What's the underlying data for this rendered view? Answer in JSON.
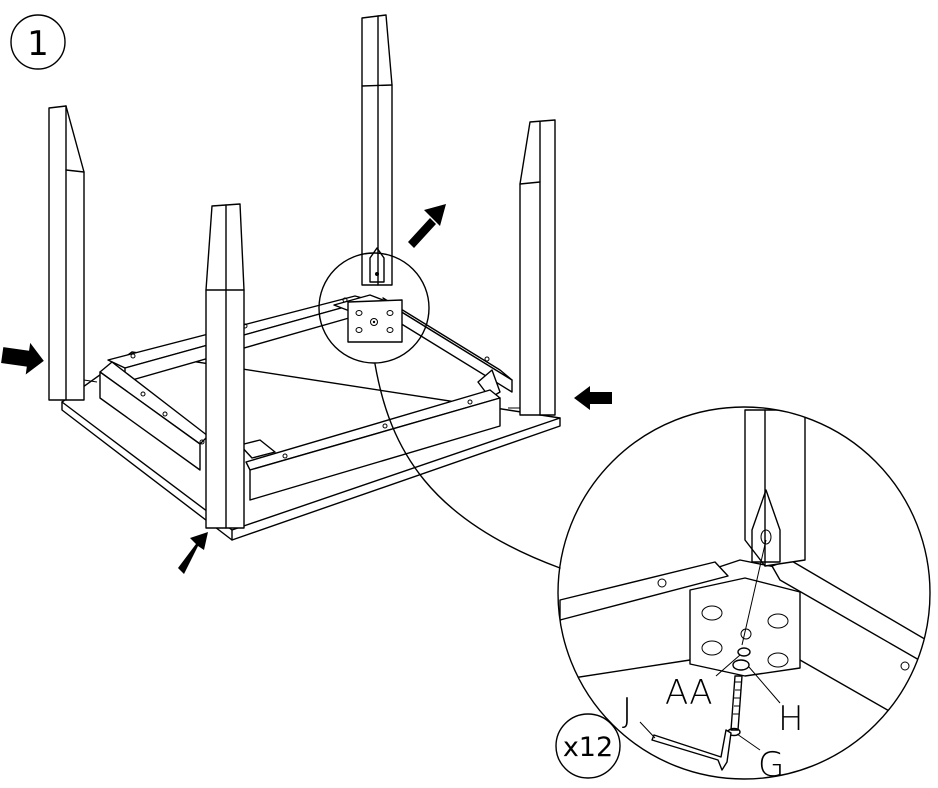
{
  "step": {
    "number": "1"
  },
  "hardware": {
    "quantity": "x12",
    "parts": [
      {
        "id": "AA",
        "name": "lock-washer"
      },
      {
        "id": "H",
        "name": "flat-washer"
      },
      {
        "id": "G",
        "name": "bolt"
      },
      {
        "id": "J",
        "name": "allen-key"
      }
    ]
  },
  "icons": [
    "arrow-icon",
    "magnifier-callout",
    "corner-bracket-icon"
  ],
  "colors": {
    "line": "#000000",
    "background": "#ffffff"
  }
}
